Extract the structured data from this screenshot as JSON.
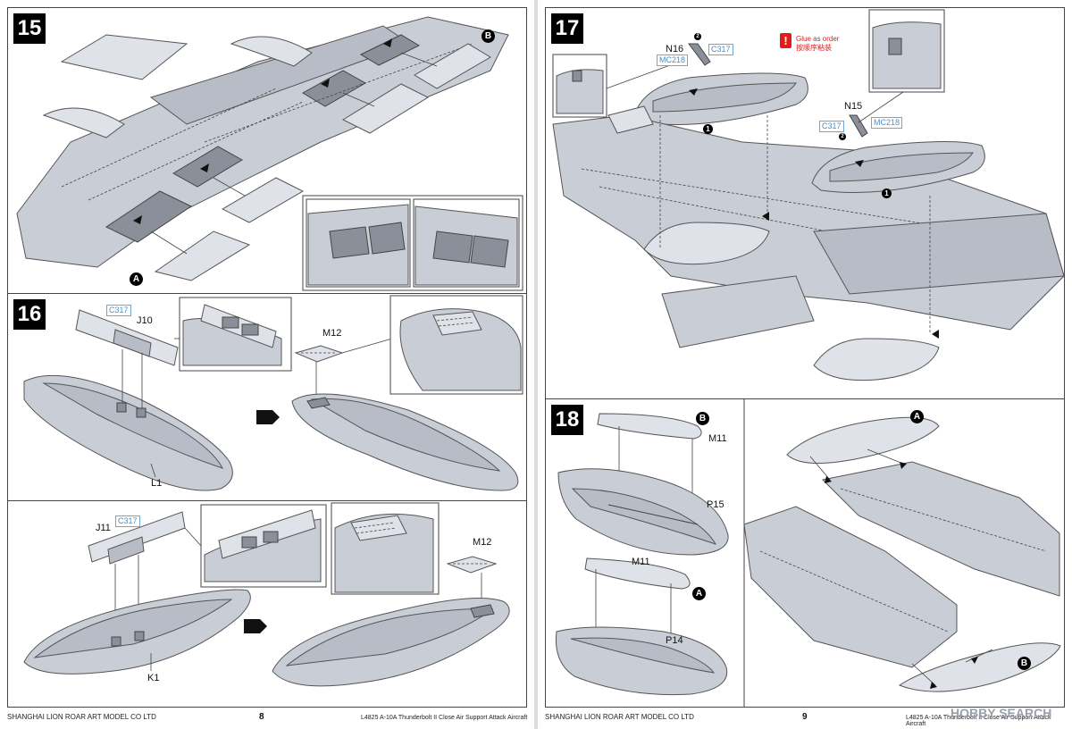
{
  "left_page": {
    "step15": {
      "number": "15",
      "letter_b": "B",
      "letter_a": "A"
    },
    "step16": {
      "number": "16",
      "c317": "C317",
      "j10": "J10",
      "m12": "M12",
      "l1": "L1"
    },
    "step16b": {
      "j11": "J11",
      "c317": "C317",
      "m12": "M12",
      "k1": "K1"
    },
    "footer": {
      "company": "SHANGHAI LION ROAR ART MODEL CO LTD",
      "page": "8",
      "product": "L4825 A-10A Thunderbolt II Close Air Support Attack Aircraft"
    }
  },
  "right_page": {
    "step17": {
      "number": "17",
      "n16": "N16",
      "c317_a": "C317",
      "mc218_a": "MC218",
      "n15": "N15",
      "c317_b": "C317",
      "mc218_b": "MC218",
      "circle_2a": "2",
      "circle_2b": "2",
      "circle_1a": "1",
      "circle_1b": "1",
      "glue_mark": "!",
      "glue_en": "Glue as order",
      "glue_cn": "按顺序粘装"
    },
    "step18": {
      "number": "18",
      "letter_b1": "B",
      "letter_a1": "A",
      "letter_a2": "A",
      "letter_b2": "B",
      "m11_a": "M11",
      "m11_b": "M11",
      "p15": "P15",
      "p14": "P14"
    },
    "footer": {
      "company": "SHANGHAI LION ROAR ART MODEL CO LTD",
      "page": "9",
      "product": "L4825 A-10A Thunderbolt II Close Air Support Attack Aircraft"
    },
    "watermark": "HOBBY SEARCH"
  }
}
